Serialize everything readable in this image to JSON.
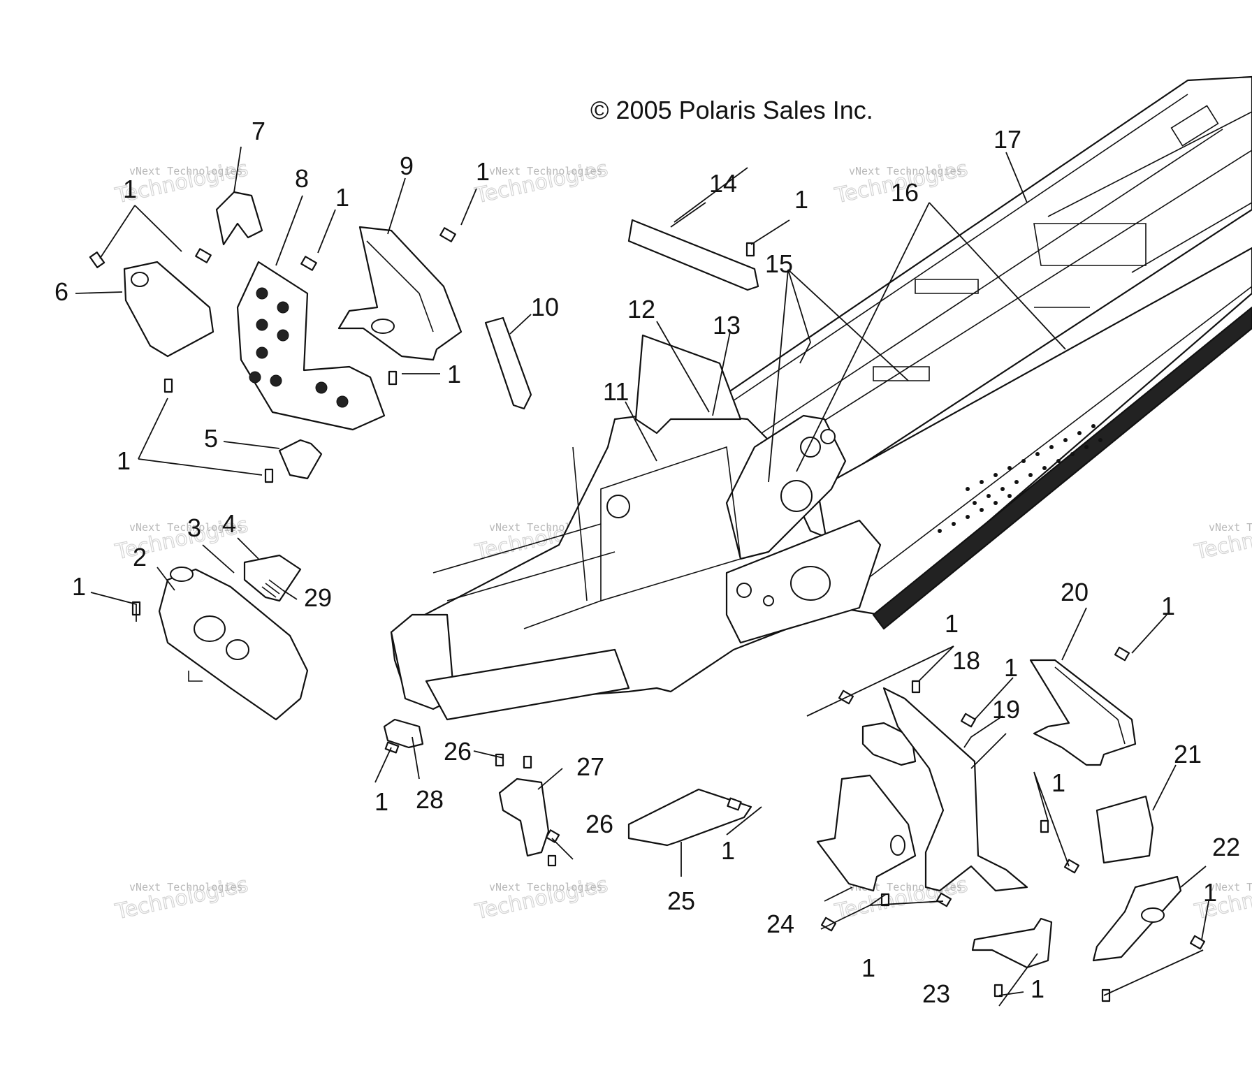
{
  "copyright": "© 2005 Polaris Sales Inc.",
  "watermark": {
    "line1": "vNext Technologies",
    "line2": "Technologies"
  },
  "callouts": [
    "1",
    "2",
    "3",
    "4",
    "5",
    "6",
    "7",
    "8",
    "9",
    "10",
    "11",
    "12",
    "13",
    "14",
    "15",
    "16",
    "17",
    "18",
    "19",
    "20",
    "21",
    "22",
    "23",
    "24",
    "25",
    "26",
    "27",
    "28",
    "29"
  ]
}
